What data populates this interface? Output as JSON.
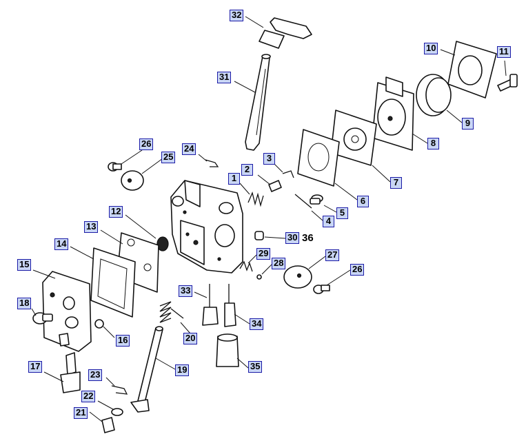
{
  "callouts": {
    "c1": "1",
    "c2": "2",
    "c3": "3",
    "c4": "4",
    "c5": "5",
    "c6": "6",
    "c7": "7",
    "c8": "8",
    "c9": "9",
    "c10": "10",
    "c11": "11",
    "c12": "12",
    "c13": "13",
    "c14": "14",
    "c15": "15",
    "c16": "16",
    "c17": "17",
    "c18": "18",
    "c19": "19",
    "c20": "20",
    "c21": "21",
    "c22": "22",
    "c23": "23",
    "c24": "24",
    "c25": "25",
    "c26a": "26",
    "c26b": "26",
    "c27": "27",
    "c28": "28",
    "c29": "29",
    "c30": "30",
    "c31": "31",
    "c32": "32",
    "c33": "33",
    "c34": "34",
    "c35": "35"
  },
  "extra_label": "36"
}
